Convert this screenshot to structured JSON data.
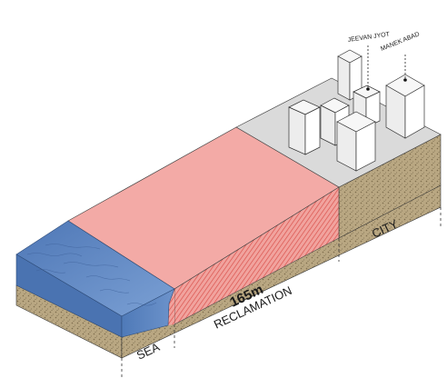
{
  "labels": {
    "building_1": "JEEVAN JYOT",
    "building_2": "MANEK ABAD",
    "zone_city": "CITY",
    "zone_sea": "SEA",
    "dimension": "165m",
    "zone_reclamation": "RECLAMATION"
  },
  "colors": {
    "sea": "#5f88c4",
    "reclamation": "#f3aaa6",
    "city_ground": "#d9d9d9",
    "soil": "#b5a27f",
    "building": "#ffffff"
  }
}
